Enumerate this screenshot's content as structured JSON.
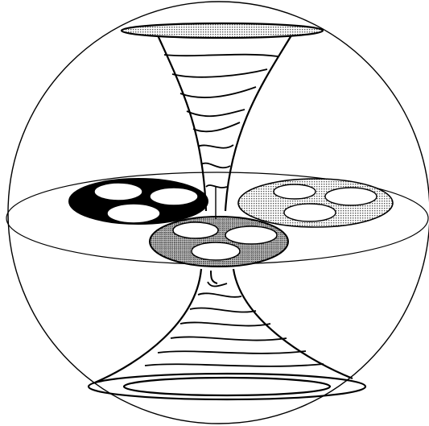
{
  "diagram": {
    "kind": "sphere-with-hourglass-tube",
    "colors": {
      "ink": "#000000",
      "paper": "#ffffff",
      "stipple_light": "#d4d4d4",
      "stipple_mid": "#9c9c9c",
      "solid_dark": "#000000"
    },
    "regions": [
      {
        "name": "dark-disc",
        "fill": "solid",
        "holes": 3
      },
      {
        "name": "light-stippled-disc",
        "fill": "light-stipple",
        "holes": 3
      },
      {
        "name": "mid-stippled-disc",
        "fill": "mid-stipple",
        "holes": 3
      }
    ]
  }
}
